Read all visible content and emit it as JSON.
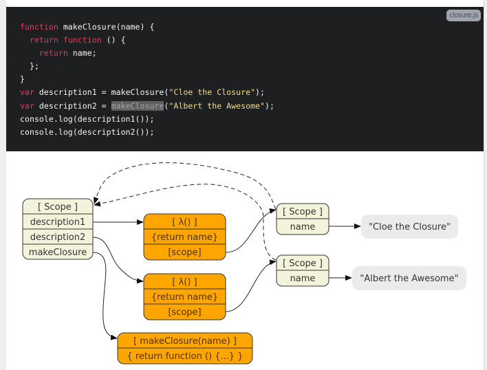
{
  "code": {
    "filename": "closure.js",
    "lines": [
      [
        {
          "t": "kw",
          "v": "function"
        },
        {
          "t": "p",
          "v": " makeClosure(name) {"
        }
      ],
      [
        {
          "t": "p",
          "v": "  "
        },
        {
          "t": "kw",
          "v": "return"
        },
        {
          "t": "p",
          "v": " "
        },
        {
          "t": "kw",
          "v": "function"
        },
        {
          "t": "p",
          "v": " () {"
        }
      ],
      [
        {
          "t": "p",
          "v": "    "
        },
        {
          "t": "kw",
          "v": "return"
        },
        {
          "t": "p",
          "v": " name;"
        }
      ],
      [
        {
          "t": "p",
          "v": "  };"
        }
      ],
      [
        {
          "t": "p",
          "v": "}"
        }
      ],
      [
        {
          "t": "kw",
          "v": "var"
        },
        {
          "t": "p",
          "v": " description1 = makeClosure("
        },
        {
          "t": "str",
          "v": "\"Cloe the Closure\""
        },
        {
          "t": "p",
          "v": ");"
        }
      ],
      [
        {
          "t": "kw",
          "v": "var"
        },
        {
          "t": "p",
          "v": " description2 = "
        },
        {
          "t": "hl",
          "v": "makeClosure"
        },
        {
          "t": "p",
          "v": "("
        },
        {
          "t": "str",
          "v": "\"Albert the Awesome\""
        },
        {
          "t": "p",
          "v": ");"
        }
      ],
      [
        {
          "t": "p",
          "v": "console.log(description1());"
        }
      ],
      [
        {
          "t": "p",
          "v": "console.log(description2());"
        }
      ]
    ]
  },
  "diagram": {
    "global_scope": {
      "title": "[ Scope ]",
      "rows": [
        "description1",
        "description2",
        "makeClosure"
      ]
    },
    "lambda1": {
      "rows": [
        "[ λ() ]",
        "{return name}",
        "[scope]"
      ]
    },
    "lambda2": {
      "rows": [
        "[ λ() ]",
        "{return name}",
        "[scope]"
      ]
    },
    "make_closure_fn": {
      "rows": [
        "[ makeClosure(name) ]",
        "{ return function () {...} }"
      ]
    },
    "scope1": {
      "title": "[ Scope ]",
      "rows": [
        "name"
      ]
    },
    "scope2": {
      "title": "[ Scope ]",
      "rows": [
        "name"
      ]
    },
    "value1": "\"Cloe the Closure\"",
    "value2": "\"Albert the Awesome\"",
    "colors": {
      "scope_fill": "#f3f3dc",
      "function_fill": "#ffa500",
      "value_fill": "#ebebeb",
      "stroke": "#333333",
      "text_dark": "#333333",
      "text_fn": "#4a3200"
    }
  }
}
